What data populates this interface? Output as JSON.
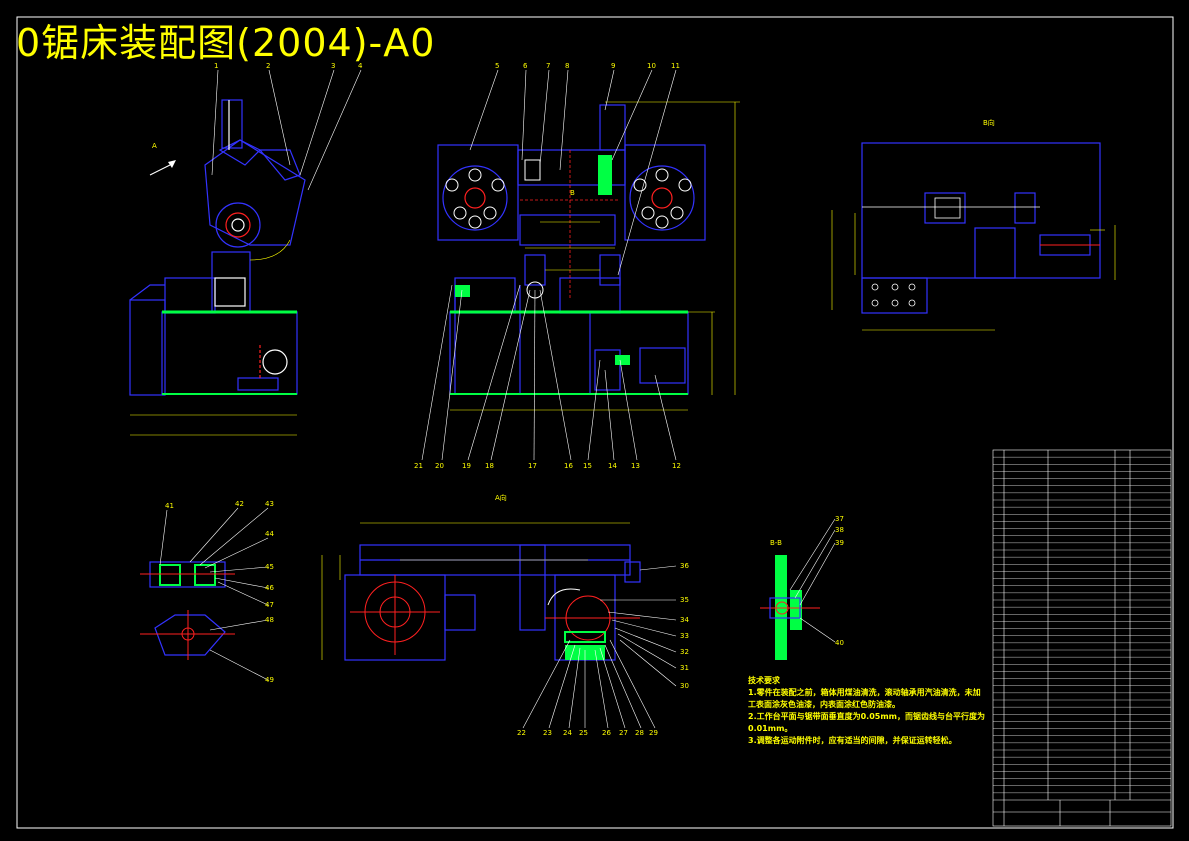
{
  "title": "0锯床装配图(2004)-A0",
  "view_labels": {
    "a_view": "A向",
    "b_view": "B向",
    "bb_section": "B-B",
    "a_arrow": "A",
    "b_arrow": "B"
  },
  "part_numbers_top": [
    "1",
    "2",
    "3",
    "4",
    "5",
    "6",
    "7",
    "8",
    "9",
    "10",
    "11"
  ],
  "part_numbers_bottom_row": [
    "21",
    "20",
    "19",
    "18",
    "17",
    "16",
    "15",
    "14",
    "13",
    "12"
  ],
  "part_numbers_left_detail": [
    "41",
    "42",
    "43",
    "44",
    "45",
    "46",
    "47",
    "48",
    "49"
  ],
  "part_numbers_a_view": [
    "36",
    "35",
    "34",
    "33",
    "32",
    "31",
    "30",
    "22",
    "23",
    "24",
    "25",
    "26",
    "27",
    "28",
    "29"
  ],
  "part_numbers_bb_section": [
    "37",
    "38",
    "39",
    "40"
  ],
  "tech_requirements": {
    "heading": "技术要求",
    "lines": [
      "1.零件在装配之前，箱体用煤油清洗，滚动轴承用汽油清洗，未加",
      "工表面涂灰色油漆，内表面涂红色防油漆。",
      "2.工作台平面与锯带面垂直度为0.05mm，而锯齿线与台平行度为",
      "0.01mm。",
      "3.调整各运动附件时，应有适当的间隙，并保证运转轻松。"
    ]
  },
  "colors": {
    "background": "#000000",
    "title": "#ffff00",
    "outline": "#3333ff",
    "highlight": "#00ff44",
    "red": "#ff2020",
    "white": "#ffffff",
    "dimension": "#ffff00"
  }
}
